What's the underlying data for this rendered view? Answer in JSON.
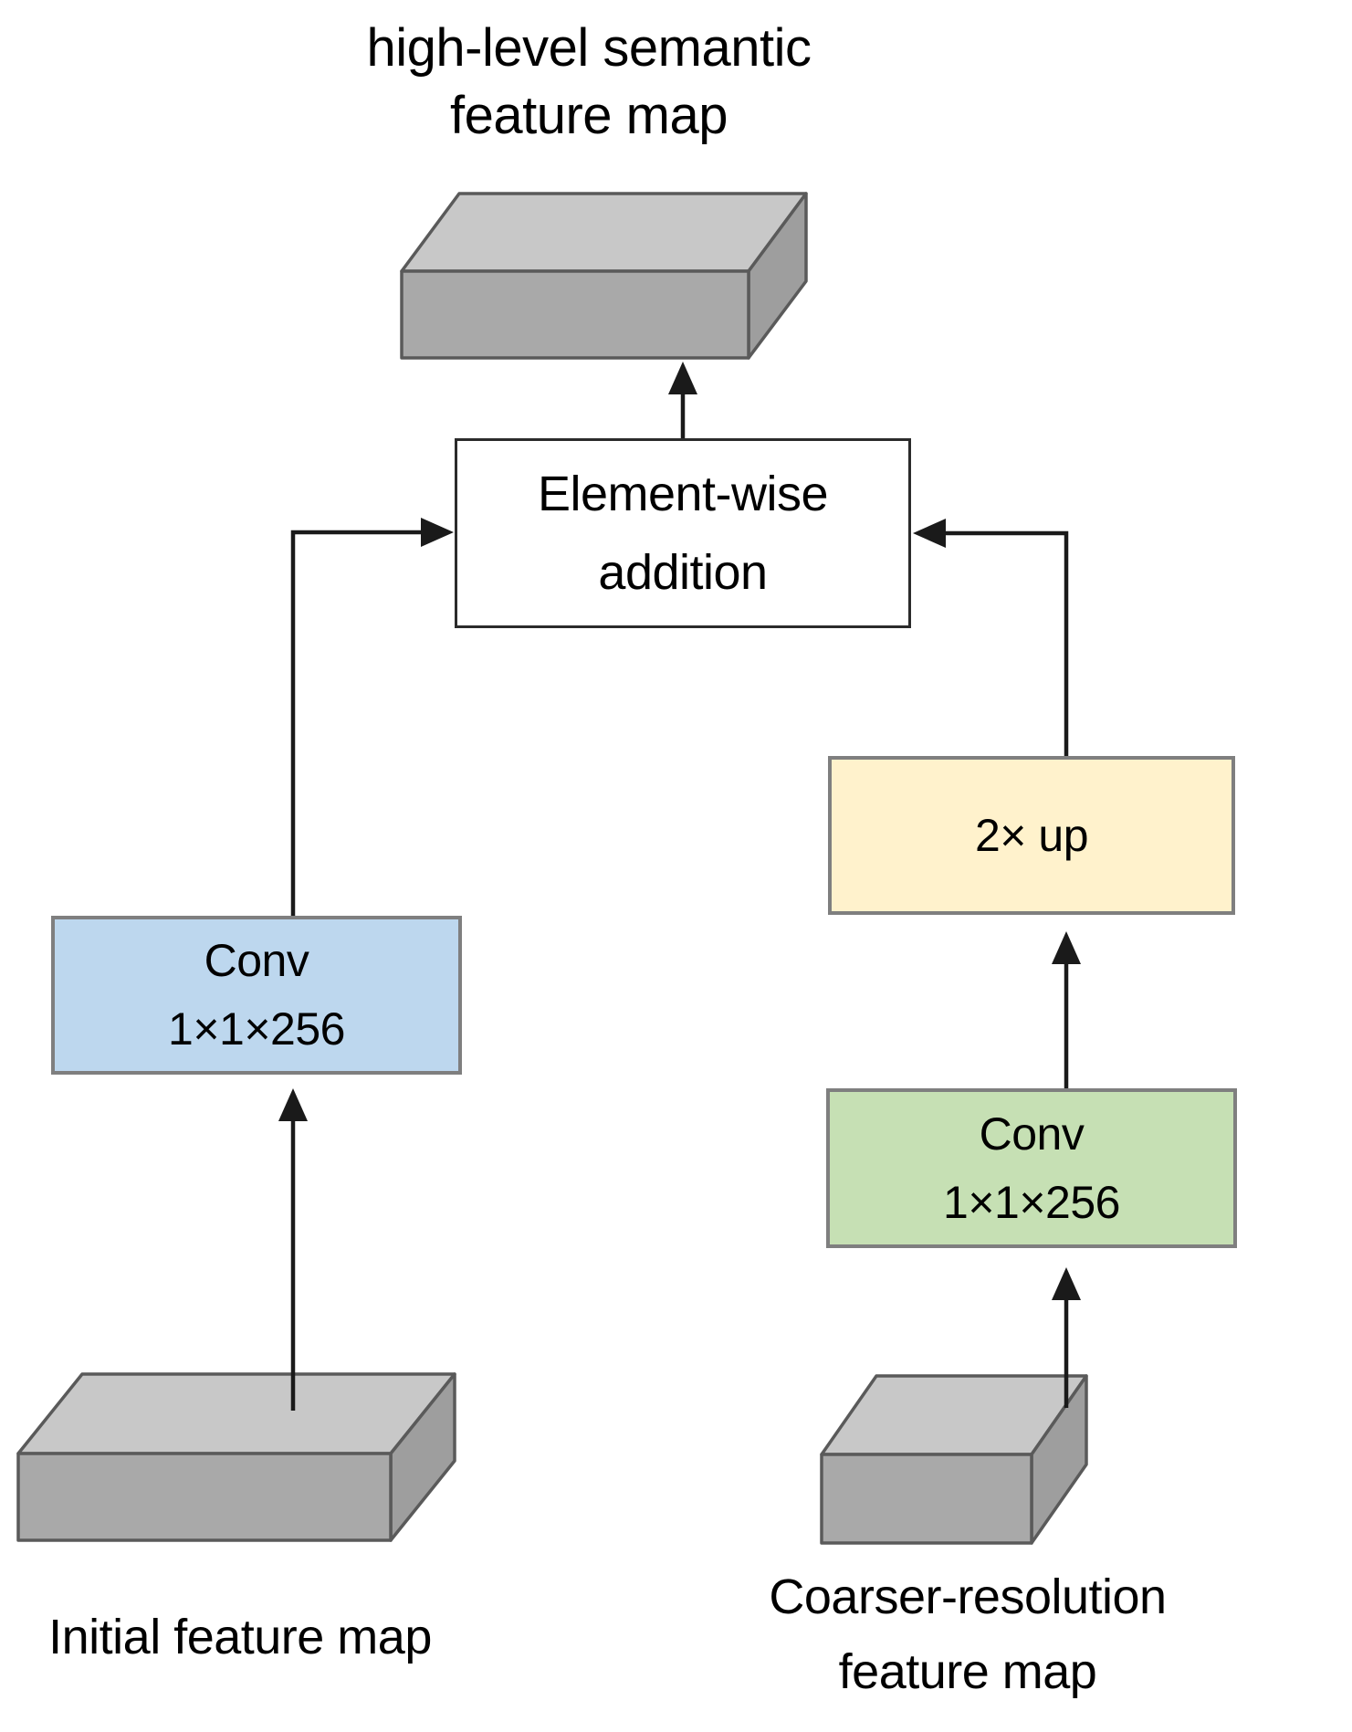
{
  "diagram": {
    "title": "high-level semantic\nfeature map",
    "nodes": {
      "elementwise": {
        "label": "Element-wise\naddition"
      },
      "conv_left": {
        "label": "Conv\n1×1×256"
      },
      "upsample": {
        "label": "2× up"
      },
      "conv_right": {
        "label": "Conv\n1×1×256"
      }
    },
    "captions": {
      "initial": "Initial feature map",
      "coarser": "Coarser-resolution\nfeature map"
    },
    "colors": {
      "conv_left_fill": "#BDD7EE",
      "upsample_fill": "#FFF2CC",
      "conv_right_fill": "#C6E0B4",
      "elementwise_fill": "#FFFFFF",
      "slab_top": "#C8C8C8",
      "slab_front": "#A9A9A9",
      "slab_side": "#9E9E9E",
      "slab_stroke": "#5A5A5A",
      "op_box_border": "#7F7F7F",
      "process_box_border": "#2B2B2B",
      "arrow": "#1A1A1A",
      "text": "#000000"
    }
  }
}
